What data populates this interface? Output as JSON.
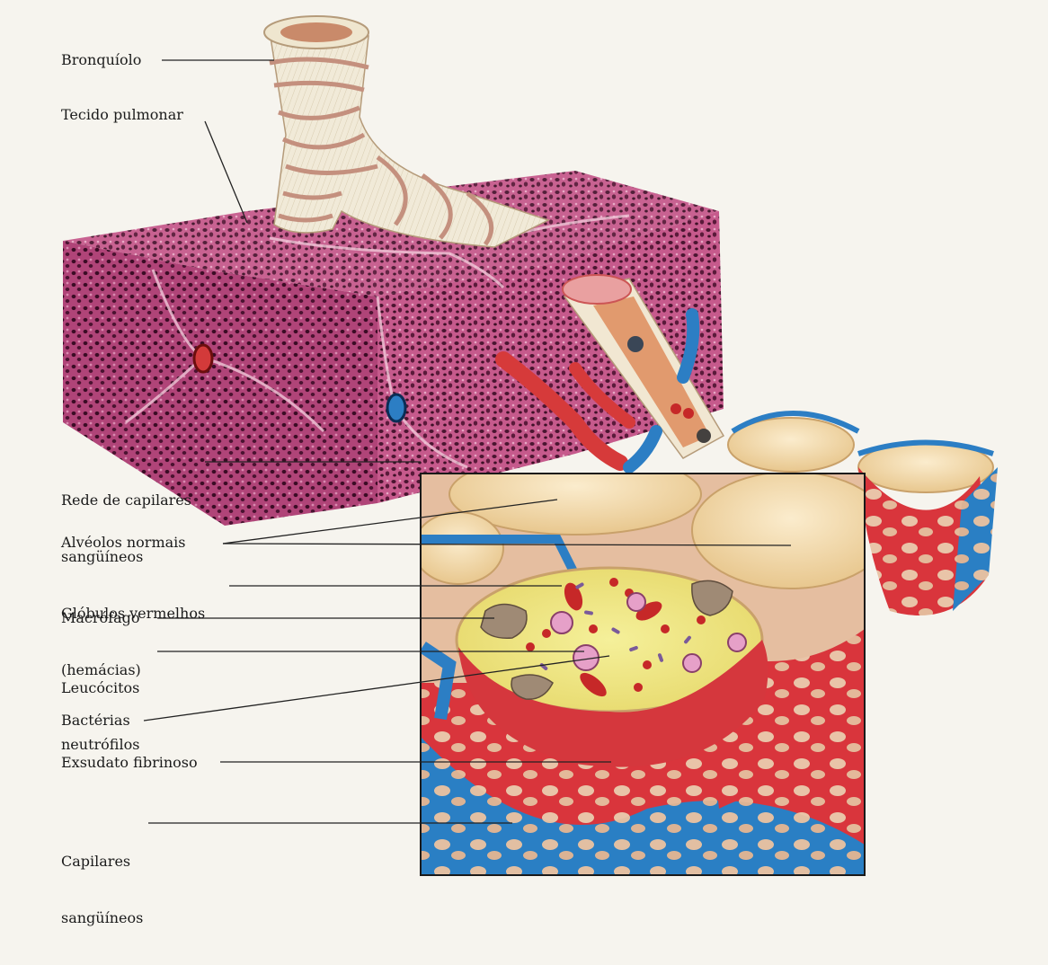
{
  "labels": {
    "bronquiolo": "Bronquíolo",
    "tecido_pulmonar": "Tecido pulmonar",
    "rede_capilares_line1": "Rede de capilares",
    "rede_capilares_line2": "sangüíneos",
    "alveolos_normais": "Alvéolos normais",
    "globulos_line1": "Glóbulos vermelhos",
    "globulos_line2": "(hemácias)",
    "macrofago": "Macrófago",
    "leucocitos_line1": "Leucócitos",
    "leucocitos_line2": "neutrófilos",
    "bacterias": "Bactérias",
    "exsudato": "Exsudato fibrinoso",
    "capilares_line1": "Capilares",
    "capilares_line2": "sangüíneos"
  },
  "colors": {
    "background": "#f6f4ee",
    "tissue": "#b8457a",
    "tissue_light": "#e2a3c1",
    "bronchiole": "#efe7d4",
    "bronchiole_band": "#c79486",
    "artery": "#d8373c",
    "vein": "#2b7ec2",
    "alveolus": "#f2d9a8",
    "exudate": "#eee77a",
    "inset_frame": "#1a1a1a"
  }
}
